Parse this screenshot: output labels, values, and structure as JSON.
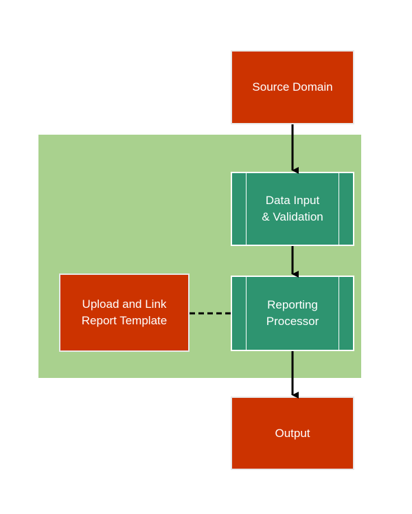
{
  "diagram": {
    "nodes": {
      "source_domain": {
        "label": "Source Domain"
      },
      "data_input": {
        "label": "Data Input\n& Validation"
      },
      "reporting_processor": {
        "label": "Reporting\nProcessor"
      },
      "upload_template": {
        "label": "Upload and Link\nReport Template"
      },
      "output": {
        "label": "Output"
      }
    },
    "edges": [
      {
        "from": "source_domain",
        "to": "data_input",
        "style": "solid-arrow"
      },
      {
        "from": "data_input",
        "to": "reporting_processor",
        "style": "solid-arrow"
      },
      {
        "from": "upload_template",
        "to": "reporting_processor",
        "style": "dashed-line"
      },
      {
        "from": "reporting_processor",
        "to": "output",
        "style": "solid-arrow"
      }
    ],
    "colors": {
      "region_fill": "#a9d18e",
      "external_box_fill": "#cc3300",
      "process_box_fill": "#2e9470",
      "connector": "#000000"
    }
  }
}
